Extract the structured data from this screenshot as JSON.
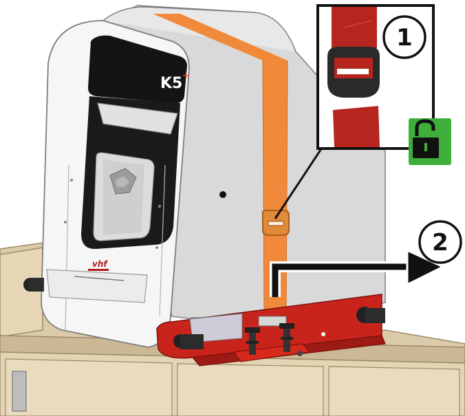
{
  "machine": {
    "model_label": "K5",
    "model_superscript": "+",
    "brand_label": "vhf"
  },
  "callouts": [
    {
      "id": "step-1",
      "number": "1"
    },
    {
      "id": "step-2",
      "number": "2"
    }
  ],
  "icons": {
    "unlock": "unlocked-padlock-icon",
    "direction": "right-arrow-icon"
  },
  "colors": {
    "strap": "#f08a3a",
    "bracket": "#c8241c",
    "unlock_badge": "#3fae3a",
    "detail_strap": "#b5261e",
    "table_top": "#d9c8a8",
    "machine_body": "#d8d8d8",
    "machine_front": "#f4f4f4",
    "window_frame": "#1a1a1a"
  }
}
